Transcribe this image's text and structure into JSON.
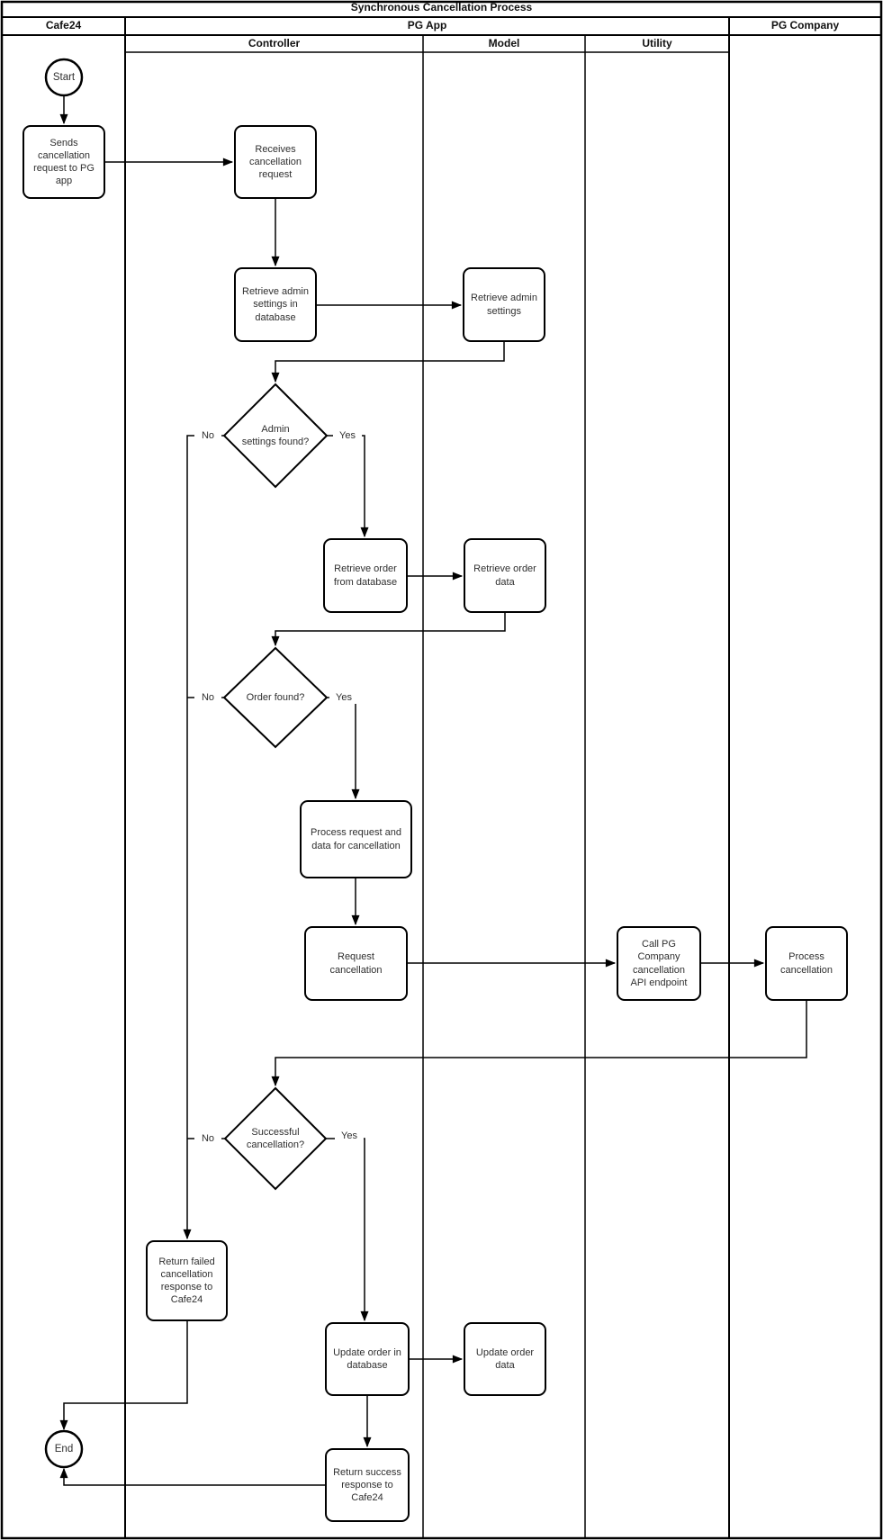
{
  "title": "Synchronous Cancellation Process",
  "lanes": {
    "cafe24": "Cafe24",
    "pg_app": "PG App",
    "pg_company": "PG Company",
    "controller": "Controller",
    "model": "Model",
    "utility": "Utility"
  },
  "nodes": {
    "start": "Start",
    "sends_cancellation": "Sends\ncancellation\nrequest to PG\napp",
    "receives_cancellation": "Receives\ncancellation\nrequest",
    "retrieve_admin_settings_db": "Retrieve admin\nsettings in\ndatabase",
    "retrieve_admin_settings": "Retrieve admin\nsettings",
    "admin_settings_found": "Admin\nsettings found?",
    "retrieve_order_db": "Retrieve order\nfrom database",
    "retrieve_order_data": "Retrieve order\ndata",
    "order_found": "Order found?",
    "process_request_data": "Process request and\ndata for cancellation",
    "request_cancellation": "Request\ncancellation",
    "call_pg_api": "Call PG\nCompany\ncancellation\nAPI  endpoint",
    "process_cancellation": "Process\ncancellation",
    "successful_cancellation": "Successful\ncancellation?",
    "return_failed": "Return failed\ncancellation\nresponse to\nCafe24",
    "update_order_db": "Update order in\ndatabase",
    "update_order_data": "Update order\ndata",
    "return_success": "Return success\nresponse to\nCafe24",
    "end": "End"
  },
  "edge_labels": {
    "yes": "Yes",
    "no": "No"
  },
  "colors": {
    "stroke": "#000000",
    "text": "#333333",
    "background": "#ffffff"
  }
}
